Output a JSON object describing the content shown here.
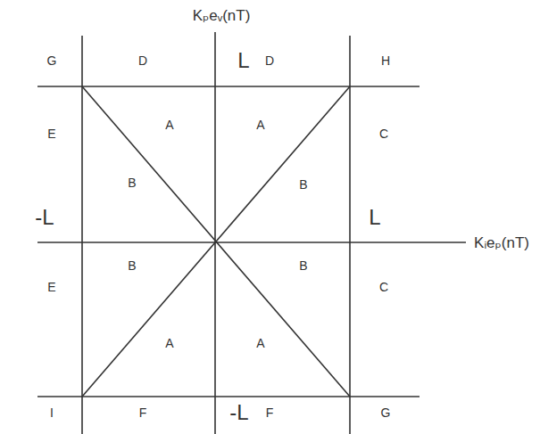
{
  "diagram": {
    "labels": [
      "Kₚeᵥ(nT)",
      "G",
      "D",
      "L",
      "D",
      "H",
      "E",
      "A",
      "A",
      "C",
      "B",
      "-L",
      "B",
      "L",
      "Kᵢeₚ(nT)",
      "B",
      "B",
      "E",
      "C",
      "A",
      "A",
      "I",
      "F",
      "-L",
      "F",
      "G"
    ]
  }
}
